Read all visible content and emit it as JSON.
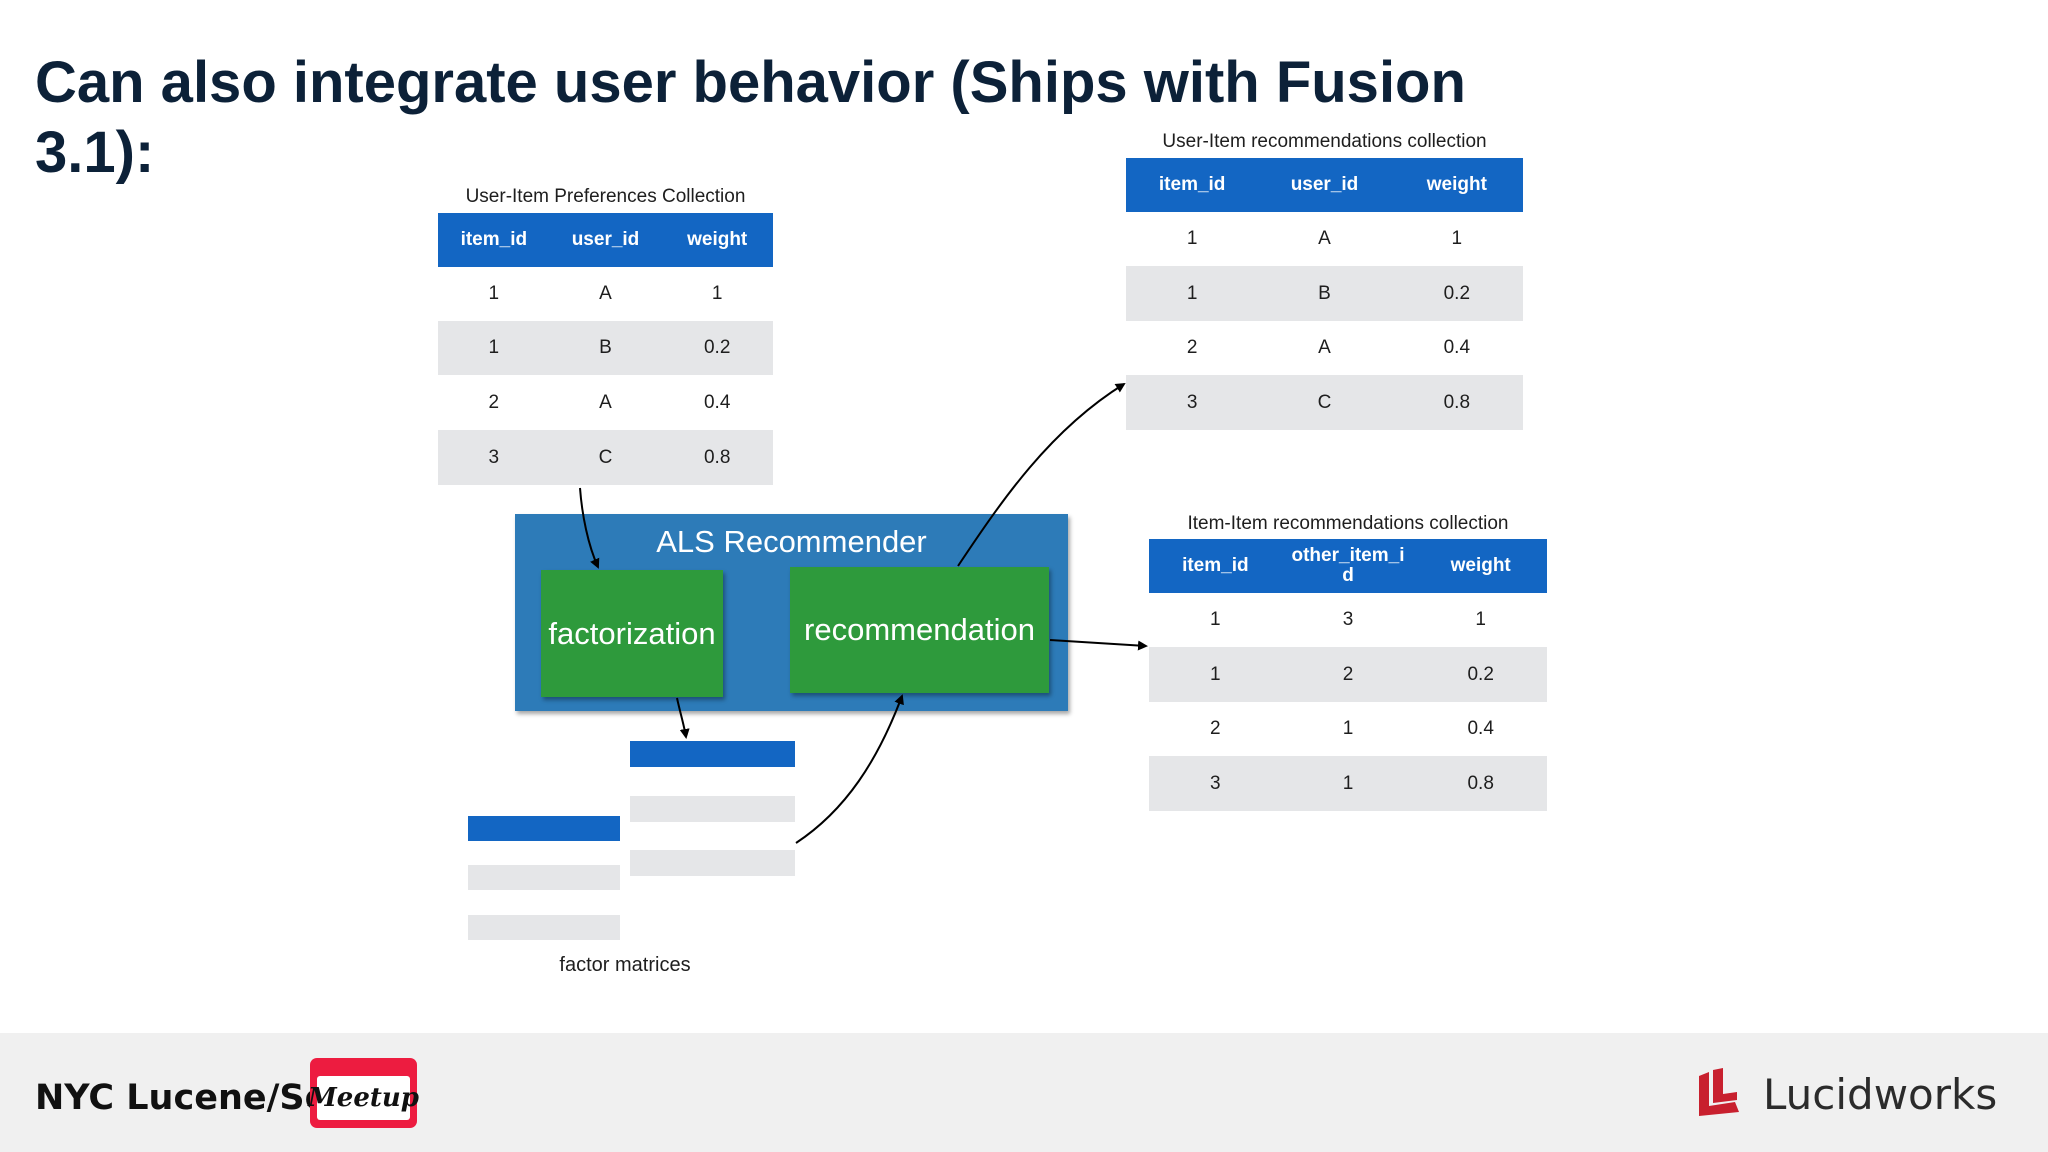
{
  "title": "Can also integrate user behavior (Ships with Fusion 3.1):",
  "colors": {
    "title": "#0c2138",
    "table_header": "#1366c3",
    "row_alt": "#e5e6e8",
    "als_box": "#2d7bb8",
    "process_box": "#2e9a3c",
    "footer_bg": "#f0f0f0",
    "meetup_red": "#ed1c40",
    "lucidworks_red": "#c8202e"
  },
  "preferences": {
    "caption": "User-Item Preferences Collection",
    "columns": [
      "item_id",
      "user_id",
      "weight"
    ],
    "rows": [
      [
        "1",
        "A",
        "1"
      ],
      [
        "1",
        "B",
        "0.2"
      ],
      [
        "2",
        "A",
        "0.4"
      ],
      [
        "3",
        "C",
        "0.8"
      ]
    ]
  },
  "user_item_recs": {
    "caption": "User-Item recommendations collection",
    "columns": [
      "item_id",
      "user_id",
      "weight"
    ],
    "rows": [
      [
        "1",
        "A",
        "1"
      ],
      [
        "1",
        "B",
        "0.2"
      ],
      [
        "2",
        "A",
        "0.4"
      ],
      [
        "3",
        "C",
        "0.8"
      ]
    ]
  },
  "item_item_recs": {
    "caption": "Item-Item recommendations collection",
    "columns": [
      "item_id",
      "other_item_id",
      "weight"
    ],
    "rows": [
      [
        "1",
        "3",
        "1"
      ],
      [
        "1",
        "2",
        "0.2"
      ],
      [
        "2",
        "1",
        "0.4"
      ],
      [
        "3",
        "1",
        "0.8"
      ]
    ]
  },
  "als": {
    "title": "ALS Recommender",
    "factorization_label": "factorization",
    "recommendation_label": "recommendation"
  },
  "factor_matrices": {
    "caption": "factor matrices"
  },
  "footer": {
    "meetup_name": "NYC Lucene/Solr",
    "meetup_logo_text": "Meetup",
    "brand": "Lucidworks",
    "logo_icon": "lucidworks-logo-icon"
  }
}
